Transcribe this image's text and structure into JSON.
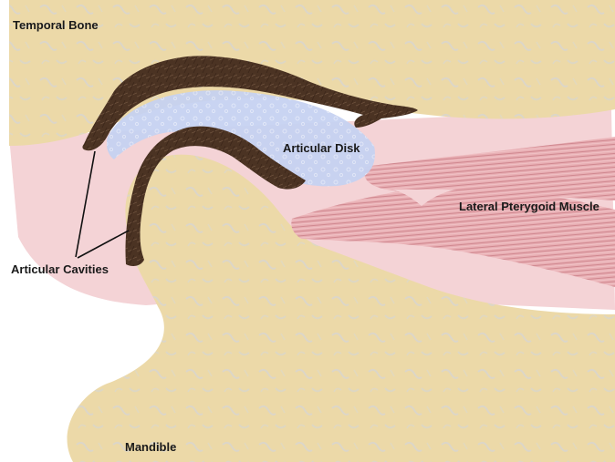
{
  "labels": {
    "temporal_bone": "Temporal Bone",
    "articular_disk": "Articular Disk",
    "lateral_pterygoid": "Lateral Pterygoid Muscle",
    "articular_cavities": "Articular Cavities",
    "mandible": "Mandible"
  },
  "colors": {
    "bone": "#ecd9a8",
    "bone_texture": "#d6d4cc",
    "cavity_dark": "#4a3222",
    "disk": "#c2cff0",
    "capsule": "#f4d4d6",
    "muscle": "#e7a8ad",
    "muscle_fiber": "#cf8088",
    "leader_line": "#111111"
  }
}
